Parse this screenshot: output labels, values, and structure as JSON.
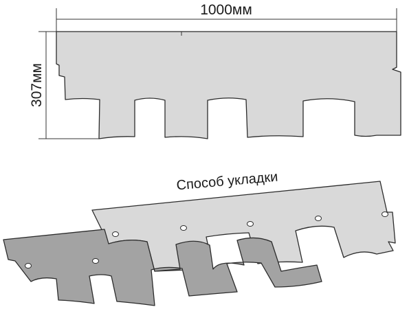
{
  "dimensions": {
    "width_label": "1000мм",
    "height_label": "307мм"
  },
  "installation": {
    "title": "Способ укладки"
  },
  "colors": {
    "shingle_light": "#d9d9d9",
    "shingle_dark": "#a3a3a3",
    "outline": "#2b2b2b",
    "background": "#ffffff"
  }
}
